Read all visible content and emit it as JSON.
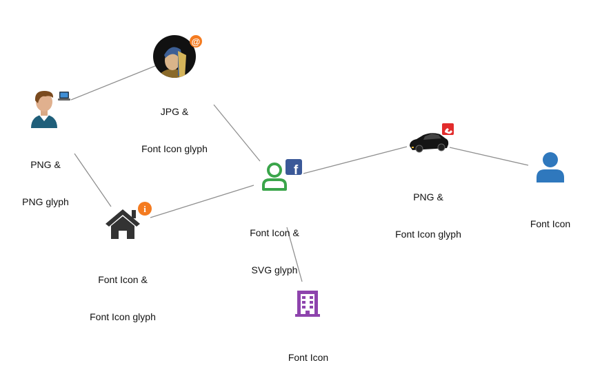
{
  "nodes": [
    {
      "id": "portrait",
      "label_line1": "JPG &",
      "label_line2": "Font Icon glyph",
      "icon": "portrait-photo",
      "glyph": "at-sign-icon",
      "glyph_char": "@",
      "glyph_color": "#f47b20"
    },
    {
      "id": "person-png",
      "label_line1": "PNG &",
      "label_line2": "PNG glyph",
      "icon": "person-image",
      "glyph": "laptop-icon"
    },
    {
      "id": "user-green",
      "label_line1": "Font Icon &",
      "label_line2": "SVG glyph",
      "icon": "user-outline-icon",
      "icon_color": "#3aa54a",
      "glyph": "facebook-icon",
      "glyph_char": "f",
      "glyph_color": "#3b5998"
    },
    {
      "id": "car",
      "label_line1": "PNG &",
      "label_line2": "Font Icon glyph",
      "icon": "car-image",
      "glyph": "phone-icon",
      "glyph_color": "#e22c2c"
    },
    {
      "id": "user-blue",
      "label_line1": "Font Icon",
      "icon": "user-solid-icon",
      "icon_color": "#2f78bd"
    },
    {
      "id": "home",
      "label_line1": "Font Icon &",
      "label_line2": "Font Icon glyph",
      "icon": "home-icon",
      "icon_color": "#333333",
      "glyph": "info-icon",
      "glyph_char": "i",
      "glyph_color": "#f47b20"
    },
    {
      "id": "building",
      "label_line1": "Font Icon",
      "icon": "building-icon",
      "icon_color": "#8e44ad"
    }
  ],
  "edges": [
    {
      "from": "person-png",
      "to": "portrait"
    },
    {
      "from": "person-png",
      "to": "home"
    },
    {
      "from": "portrait",
      "to": "user-green"
    },
    {
      "from": "home",
      "to": "user-green"
    },
    {
      "from": "user-green",
      "to": "car"
    },
    {
      "from": "car",
      "to": "user-blue"
    },
    {
      "from": "user-green",
      "to": "building"
    }
  ]
}
